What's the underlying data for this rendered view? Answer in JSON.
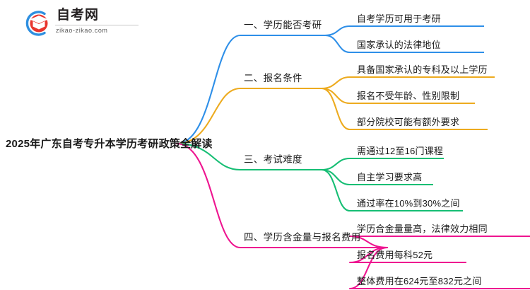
{
  "logo": {
    "name_cn": "自考网",
    "url": "zikao-zikao.com",
    "mark_icon": "graduation-cap-logo-icon",
    "arc_color": "#2e8fe0",
    "cap_color": "#e8352e"
  },
  "root": {
    "title": "2025年广东自考专升本学历考研政策全解读"
  },
  "branches": [
    {
      "label": "一、学历能否考研",
      "color": "#2e8fe8",
      "children": [
        {
          "label": "自考学历可用于考研"
        },
        {
          "label": "国家承认的法律地位"
        }
      ]
    },
    {
      "label": "二、报名条件",
      "color": "#edab1f",
      "children": [
        {
          "label": "具备国家承认的专科及以上学历"
        },
        {
          "label": "报名不受年龄、性别限制"
        },
        {
          "label": "部分院校可能有额外要求"
        }
      ]
    },
    {
      "label": "三、考试难度",
      "color": "#16be74",
      "children": [
        {
          "label": "需通过12至16门课程"
        },
        {
          "label": "自主学习要求高"
        },
        {
          "label": "通过率在10%到30%之间"
        }
      ]
    },
    {
      "label": "四、学历含金量与报名费用",
      "color": "#ee1590",
      "children": [
        {
          "label": "学历合金量量高，法律效力相同"
        },
        {
          "label": "报名费用每科52元"
        },
        {
          "label": "整体费用在624元至832元之间"
        }
      ]
    }
  ]
}
